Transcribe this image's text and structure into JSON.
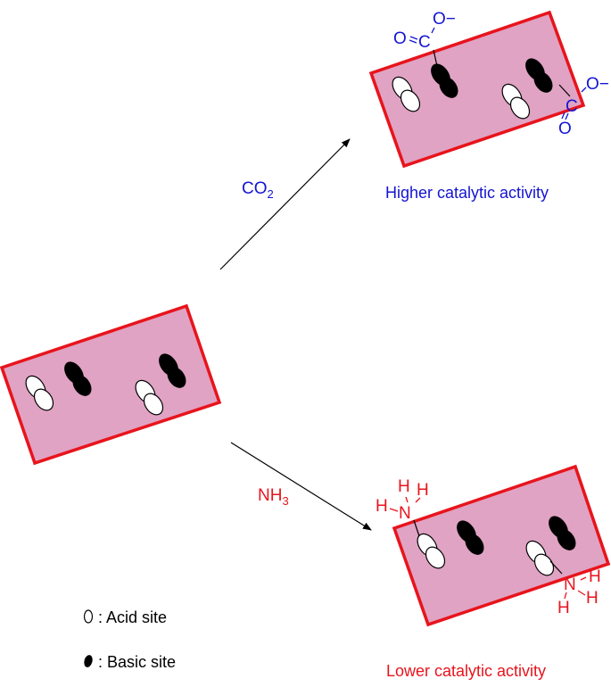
{
  "colors": {
    "surface_fill": "#e0a3c3",
    "surface_border": "#e8141c",
    "co2": "#1414d2",
    "nh3": "#e8141c",
    "basic_site": "#000000",
    "acid_site": "#ffffff"
  },
  "reagents": {
    "co2": {
      "main": "CO",
      "sub": "2"
    },
    "nh3": {
      "main": "NH",
      "sub": "3"
    }
  },
  "results": {
    "co2": "Higher catalytic activity",
    "nh3": "Lower catalytic activity"
  },
  "adsorbed": {
    "co2": {
      "carbon": "C",
      "oxygen": "O",
      "anion": "O−"
    },
    "nh3": {
      "nitrogen": "N",
      "hydrogen": "H"
    }
  },
  "legend": {
    "acid": ": Acid site",
    "basic": ": Basic site"
  }
}
